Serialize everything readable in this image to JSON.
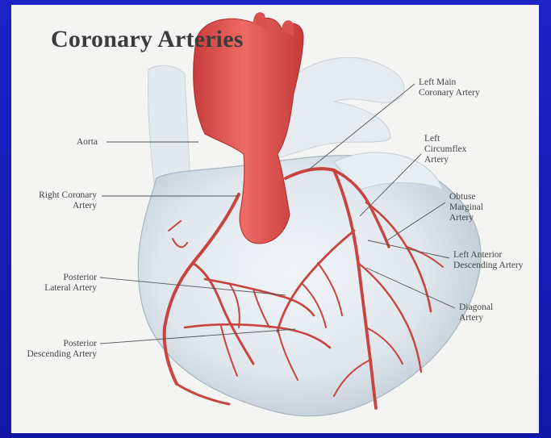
{
  "diagram": {
    "title": "Coronary Arteries",
    "labels": {
      "aorta": "Aorta",
      "right_coronary": "Right Coronary Artery",
      "posterior_lateral": "Posterior Lateral Artery",
      "posterior_descending": "Posterior Descending Artery",
      "left_main": "Left Main Coronary Artery",
      "left_circumflex": "Left Circumflex Artery",
      "obtuse_marginal": "Obtuse Marginal Artery",
      "left_anterior_descending": "Left Anterior Descending Artery",
      "diagonal": "Diagonal Artery"
    }
  },
  "colors": {
    "background": "#1a1fb8",
    "panel": "#f4f4f2",
    "heart": "#dfe5ea",
    "aorta": "#e25050",
    "artery": "#c8443f",
    "text": "#444444"
  }
}
